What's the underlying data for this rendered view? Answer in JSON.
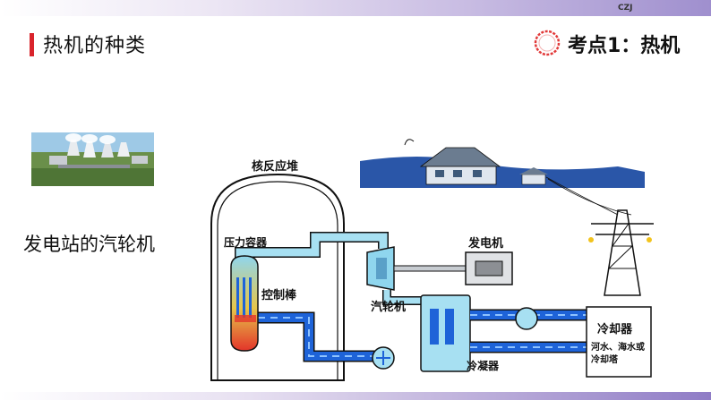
{
  "slide": {
    "author_mark": "CZJ",
    "section_title": "热机的种类",
    "key_point": "考点1：热机",
    "caption": "发电站的汽轮机"
  },
  "diagram": {
    "labels": {
      "reactor": "核反应堆",
      "pressure_vessel": "压力容器",
      "control_rods": "控制棒",
      "turbine": "汽轮机",
      "generator": "发电机",
      "condenser": "冷凝器",
      "cooler": "冷却器",
      "cooling_source_line1": "河水、海水或",
      "cooling_source_line2": "冷却塔"
    }
  },
  "colors": {
    "accent_red": "#d9242c",
    "water_blue": "#1e63d8",
    "steam_cyan": "#8fd6ee"
  }
}
